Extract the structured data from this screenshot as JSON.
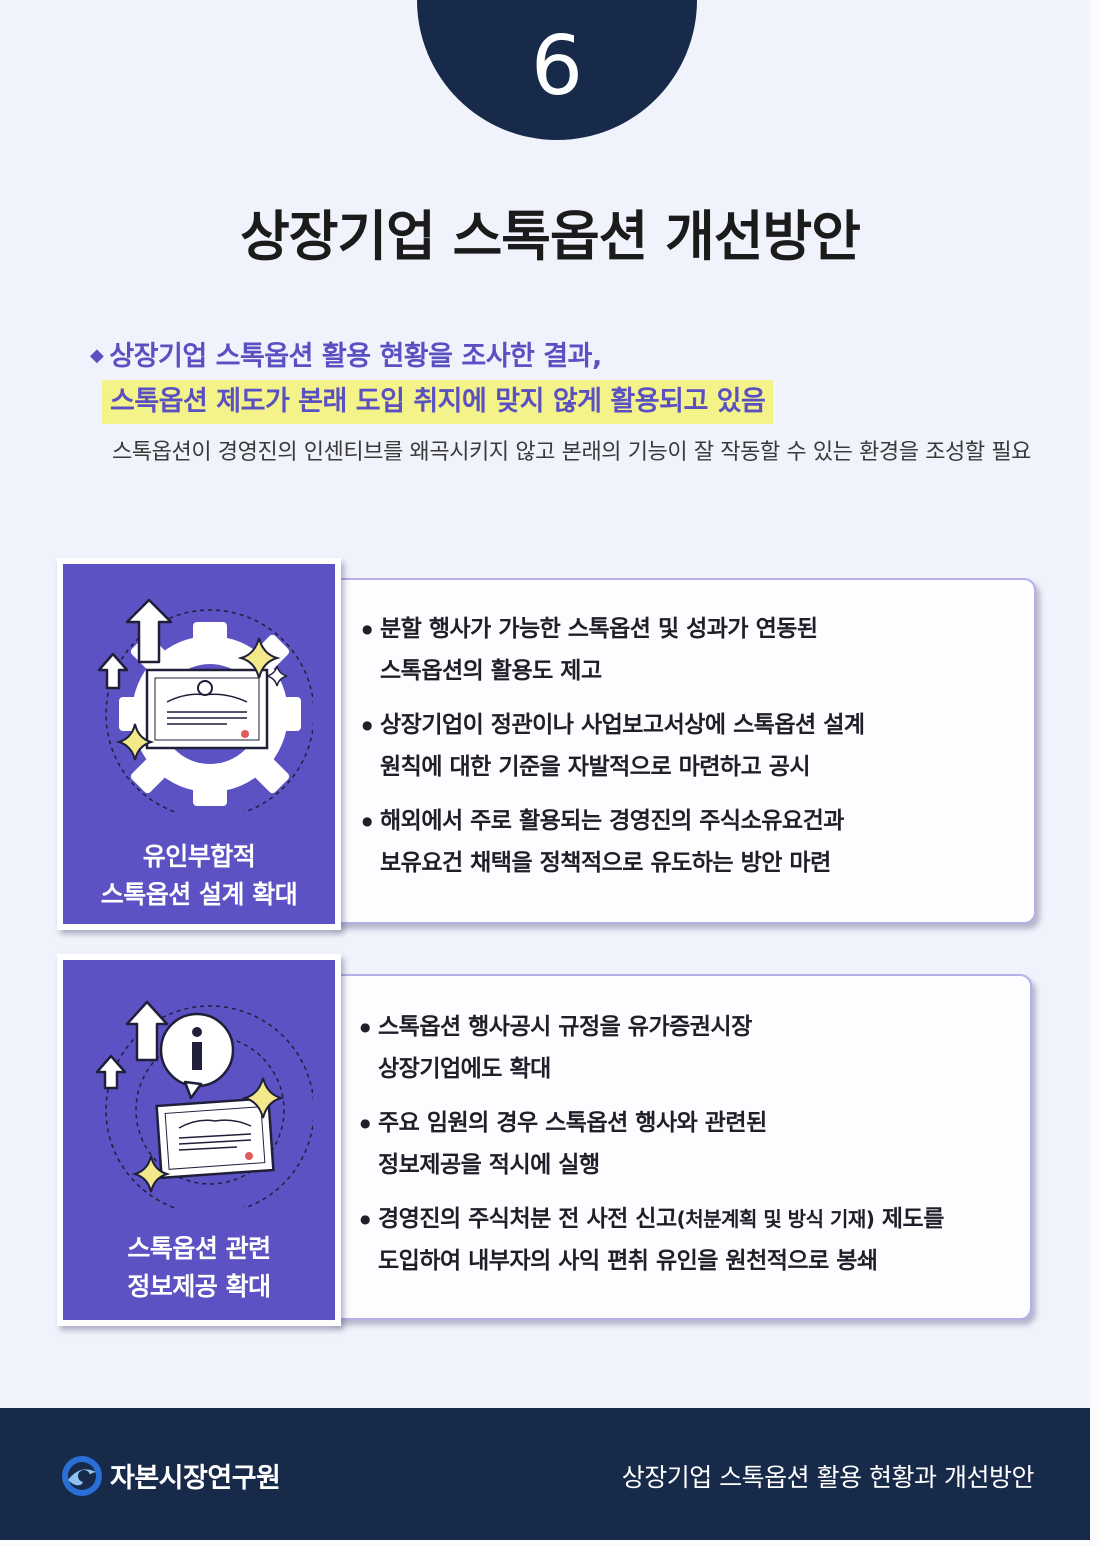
{
  "slide_number": "6",
  "title": "상장기업 스톡옵션 개선방안",
  "summary": {
    "line1": "상장기업 스톡옵션 활용 현황을 조사한 결과,",
    "line2": "스톡옵션 제도가 본래 도입 취지에 맞지 않게 활용되고 있음",
    "description": "스톡옵션이 경영진의 인센티브를 왜곡시키지 않고 본래의 기능이 잘 작동할 수 있는 환경을 조성할 필요"
  },
  "cards": [
    {
      "label_line1": "유인부합적",
      "label_line2": "스톡옵션 설계 확대",
      "icon": "gear-certificate-icon",
      "bullets": [
        {
          "line1": "분할 행사가 가능한 스톡옵션 및 성과가 연동된",
          "line2": "스톡옵션의 활용도 제고"
        },
        {
          "line1": "상장기업이 정관이나 사업보고서상에 스톡옵션 설계",
          "line2": "원칙에 대한 기준을 자발적으로 마련하고 공시"
        },
        {
          "line1": "해외에서 주로 활용되는 경영진의 주식소유요건과",
          "line2": "보유요건 채택을 정책적으로 유도하는 방안 마련"
        }
      ]
    },
    {
      "label_line1": "스톡옵션 관련",
      "label_line2": "정보제공 확대",
      "icon": "info-certificate-icon",
      "bullets": [
        {
          "line1": "스톡옵션 행사공시 규정을 유가증권시장",
          "line2": "상장기업에도 확대"
        },
        {
          "line1": "주요 임원의 경우 스톡옵션 행사와 관련된",
          "line2": "정보제공을 적시에 실행"
        },
        {
          "line1a": "경영진의 주식처분 전 사전 신고",
          "line1b": "(처분계획 및 방식 기재)",
          "line1c": " 제도를",
          "line2": "도입하여 내부자의 사익 편취 유인을 원천적으로 봉쇄"
        }
      ]
    }
  ],
  "footer": {
    "organization": "자본시장연구원",
    "report_title": "상장기업 스톡옵션 활용 현황과 개선방안"
  },
  "colors": {
    "navy": "#172a4a",
    "purple": "#5c52c4",
    "accent_text": "#5b50c2",
    "highlight": "#f3f38a",
    "background": "#f1f3fc"
  }
}
